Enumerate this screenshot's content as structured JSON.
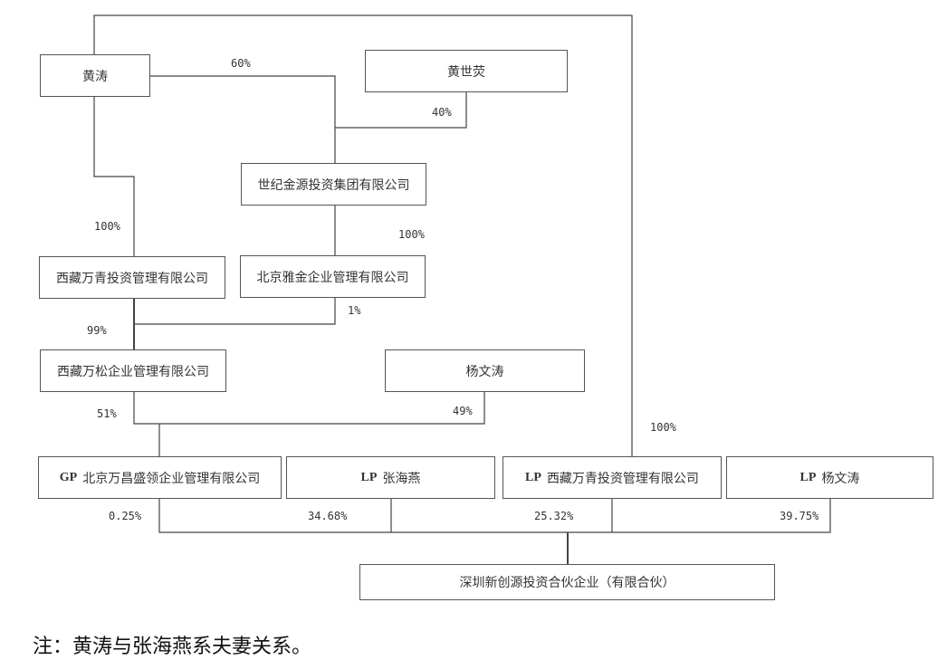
{
  "nodes": {
    "huang_tao": "黄涛",
    "huang_shirong": "黄世荧",
    "shiji_jinyuan": "世纪金源投资集团有限公司",
    "xizang_wanqing": "西藏万青投资管理有限公司",
    "beijing_yajin": "北京雅金企业管理有限公司",
    "xizang_wansong": "西藏万松企业管理有限公司",
    "yang_wentao": "杨文涛",
    "gp_beijing": {
      "role": "GP",
      "name": "北京万昌盛领企业管理有限公司"
    },
    "lp_zhang": {
      "role": "LP",
      "name": "张海燕"
    },
    "lp_xizang": {
      "role": "LP",
      "name": "西藏万青投资管理有限公司"
    },
    "lp_yang": {
      "role": "LP",
      "name": "杨文涛"
    },
    "target": "深圳新创源投资合伙企业（有限合伙）"
  },
  "edges": {
    "ht_sj": "60%",
    "hs_sj": "40%",
    "ht_xq": "100%",
    "sj_yj": "100%",
    "xq_ws": "99%",
    "yj_ws": "1%",
    "ws_gp": "51%",
    "yw_gp": "49%",
    "ht_lpxz": "100%",
    "gp_t": "0.25%",
    "zh_t": "34.68%",
    "xz_t": "25.32%",
    "yw_t": "39.75%"
  },
  "note": "注：黄涛与张海燕系夫妻关系。"
}
